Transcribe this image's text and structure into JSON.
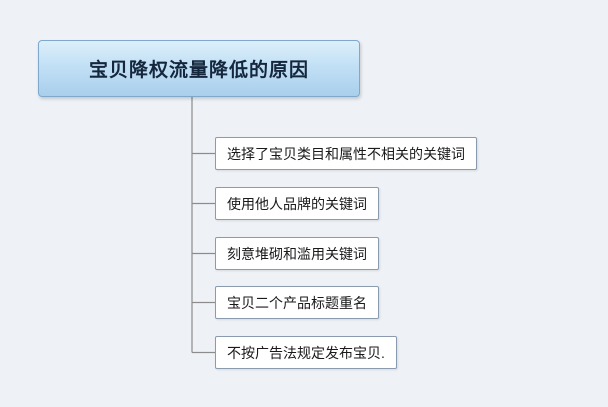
{
  "canvas": {
    "background_color": "#eef2f7"
  },
  "root": {
    "label": "宝贝降权流量降低的原因",
    "bg_top_color": "#dceffb",
    "bg_bottom_color": "#a9cfec",
    "border_color": "#7fa8cc",
    "text_color": "#15273d"
  },
  "children": [
    {
      "label": "选择了宝贝类目和属性不相关的关键词"
    },
    {
      "label": "使用他人品牌的关键词"
    },
    {
      "label": "刻意堆砌和滥用关键词"
    },
    {
      "label": "宝贝二个产品标题重名"
    },
    {
      "label": "不按广告法规定发布宝贝."
    }
  ],
  "connector": {
    "color": "#8c8c8c"
  }
}
